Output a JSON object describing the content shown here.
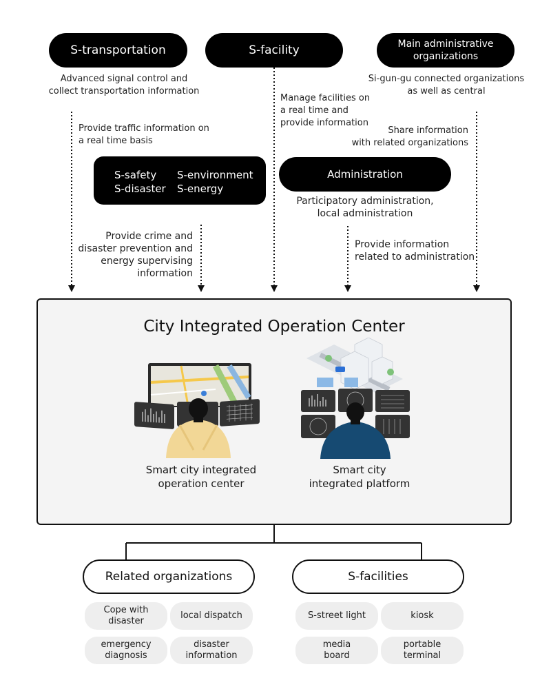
{
  "top_nodes": {
    "transportation": "S-transportation",
    "facility": "S-facility",
    "admin_orgs": "Main administrative organizations",
    "safety_1": "S-safety",
    "safety_2": "S-disaster",
    "env_1": "S-environment",
    "env_2": "S-energy",
    "administration": "Administration"
  },
  "notes": {
    "transport_desc_1": "Advanced signal control and",
    "transport_desc_2": "collect transportation information",
    "traffic_info_1": "Provide traffic information on",
    "traffic_info_2": "a real time basis",
    "facility_desc_1": "Manage facilities on",
    "facility_desc_2": "a real time and",
    "facility_desc_3": "provide information",
    "admin_orgs_desc_1": "Si-gun-gu connected organizations",
    "admin_orgs_desc_2": "as well as central",
    "share_info_1": "Share information",
    "share_info_2": "with related organizations",
    "admin_desc_1": "Participatory administration,",
    "admin_desc_2": "local administration",
    "crime_1": "Provide crime and",
    "crime_2": "disaster prevention and",
    "crime_3": "energy supervising",
    "crime_4": "information",
    "admin_info_1": "Provide information",
    "admin_info_2": "related to administration"
  },
  "center": {
    "title": "City Integrated Operation Center",
    "left_caption_1": "Smart city integrated",
    "left_caption_2": "operation center",
    "right_caption_1": "Smart city",
    "right_caption_2": "integrated platform"
  },
  "bottom": {
    "related_orgs": "Related organizations",
    "s_facilities": "S-facilities",
    "orgs_tags": [
      {
        "l1": "Cope with",
        "l2": "disaster"
      },
      {
        "l1": "local dispatch",
        "l2": ""
      },
      {
        "l1": "emergency",
        "l2": "diagnosis"
      },
      {
        "l1": "disaster",
        "l2": "information"
      }
    ],
    "facility_tags": [
      {
        "l1": "S-street light",
        "l2": ""
      },
      {
        "l1": "kiosk",
        "l2": ""
      },
      {
        "l1": "media",
        "l2": "board"
      },
      {
        "l1": "portable",
        "l2": "terminal"
      }
    ]
  },
  "colors": {
    "node_fill": "#000000",
    "center_bg": "#f4f4f4",
    "tag_bg": "#eeeeee",
    "person_left": "#f2d796",
    "person_right": "#164a72"
  }
}
